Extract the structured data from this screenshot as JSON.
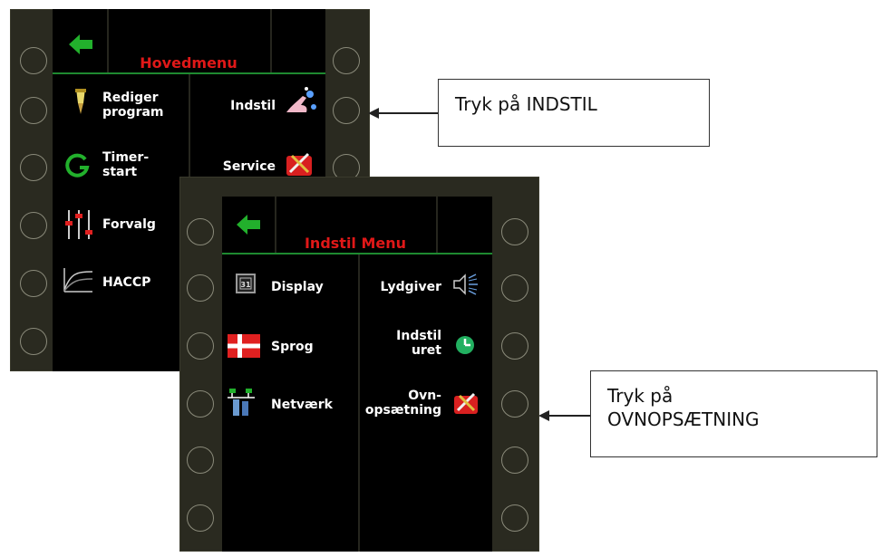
{
  "main_menu": {
    "title": "Hovedmenu",
    "items": {
      "rediger": "Rediger\nprogram",
      "timer": "Timer-\nstart",
      "forvalg": "Forvalg",
      "haccp": "HACCP",
      "indstil": "Indstil",
      "service": "Service"
    }
  },
  "indstil_menu": {
    "title": "Indstil Menu",
    "items": {
      "display": "Display",
      "sprog": "Sprog",
      "netvaerk": "Netværk",
      "lydgiver": "Lydgiver",
      "indstil_uret": "Indstil\nuret",
      "ovnopsaetning": "Ovn-\nopsætning"
    }
  },
  "callouts": {
    "indstil": "Tryk på INDSTIL",
    "ovnopsaetning": "Tryk på\nOVNOPSÆTNING"
  },
  "colors": {
    "title_red": "#e01818",
    "divider_green": "#1e8a30",
    "back_arrow_green": "#22b02c"
  },
  "icons": [
    "back-arrow-icon",
    "pen-icon",
    "timer-icon",
    "sliders-icon",
    "haccp-chart-icon",
    "hand-icon",
    "tools-icon",
    "display-icon",
    "danish-flag-icon",
    "network-icon",
    "speaker-icon",
    "clock-icon"
  ]
}
